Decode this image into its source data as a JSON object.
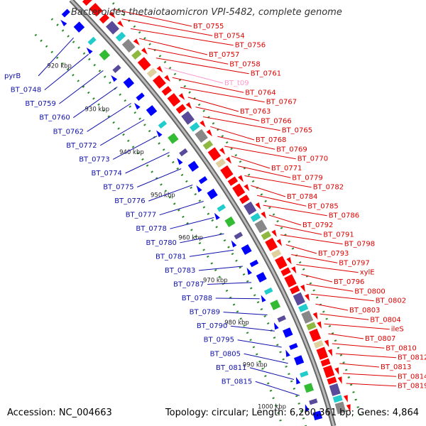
{
  "title": "Bacteroides thetaiotaomicron VPI-5482, complete genome",
  "accession_label": "Accession: NC_004663",
  "topology_label": "Topology: circular; Length: 6,260,361 bp; Genes: 4,864",
  "colors": {
    "backbone": "#888888",
    "forward_gene": "#ff0000",
    "reverse_gene": "#0000ff",
    "forward_label": "#dd0000",
    "reverse_label": "#1010aa",
    "trna_label": "#ff99cc",
    "tick_dots": "#2a8a2a"
  },
  "ticks": [
    "920 kbp",
    "930 kbp",
    "940 kbp",
    "950 kbp",
    "960 kbp",
    "970 kbp",
    "980 kbp",
    "990 kbp",
    "1000 kbp"
  ],
  "forward_labels": [
    "BT_0755",
    "BT_0754",
    "BT_0756",
    "BT_0757",
    "BT_0758",
    "BT_0761",
    "BT_t09",
    "BT_0764",
    "BT_0767",
    "BT_0763",
    "BT_0766",
    "BT_0765",
    "BT_0768",
    "BT_0769",
    "BT_0770",
    "BT_0771",
    "BT_0779",
    "BT_0782",
    "BT_0784",
    "BT_0785",
    "BT_0786",
    "BT_0792",
    "BT_0791",
    "BT_0798",
    "BT_0793",
    "BT_0797",
    "xylE",
    "BT_0796",
    "BT_0800",
    "BT_0802",
    "BT_0803",
    "BT_0804",
    "ileS",
    "BT_0807",
    "BT_0810",
    "BT_0812",
    "BT_0813",
    "BT_0814",
    "BT_0819"
  ],
  "reverse_labels": [
    "pyrB",
    "BT_0748",
    "BT_0759",
    "BT_0760",
    "BT_0762",
    "BT_0772",
    "BT_0773",
    "BT_0774",
    "BT_0775",
    "BT_0776",
    "BT_0777",
    "BT_0778",
    "BT_0780",
    "BT_0781",
    "BT_0783",
    "BT_0787",
    "BT_0788",
    "BT_0789",
    "BT_0790",
    "BT_0795",
    "BT_0805",
    "BT_0811",
    "BT_0815"
  ]
}
